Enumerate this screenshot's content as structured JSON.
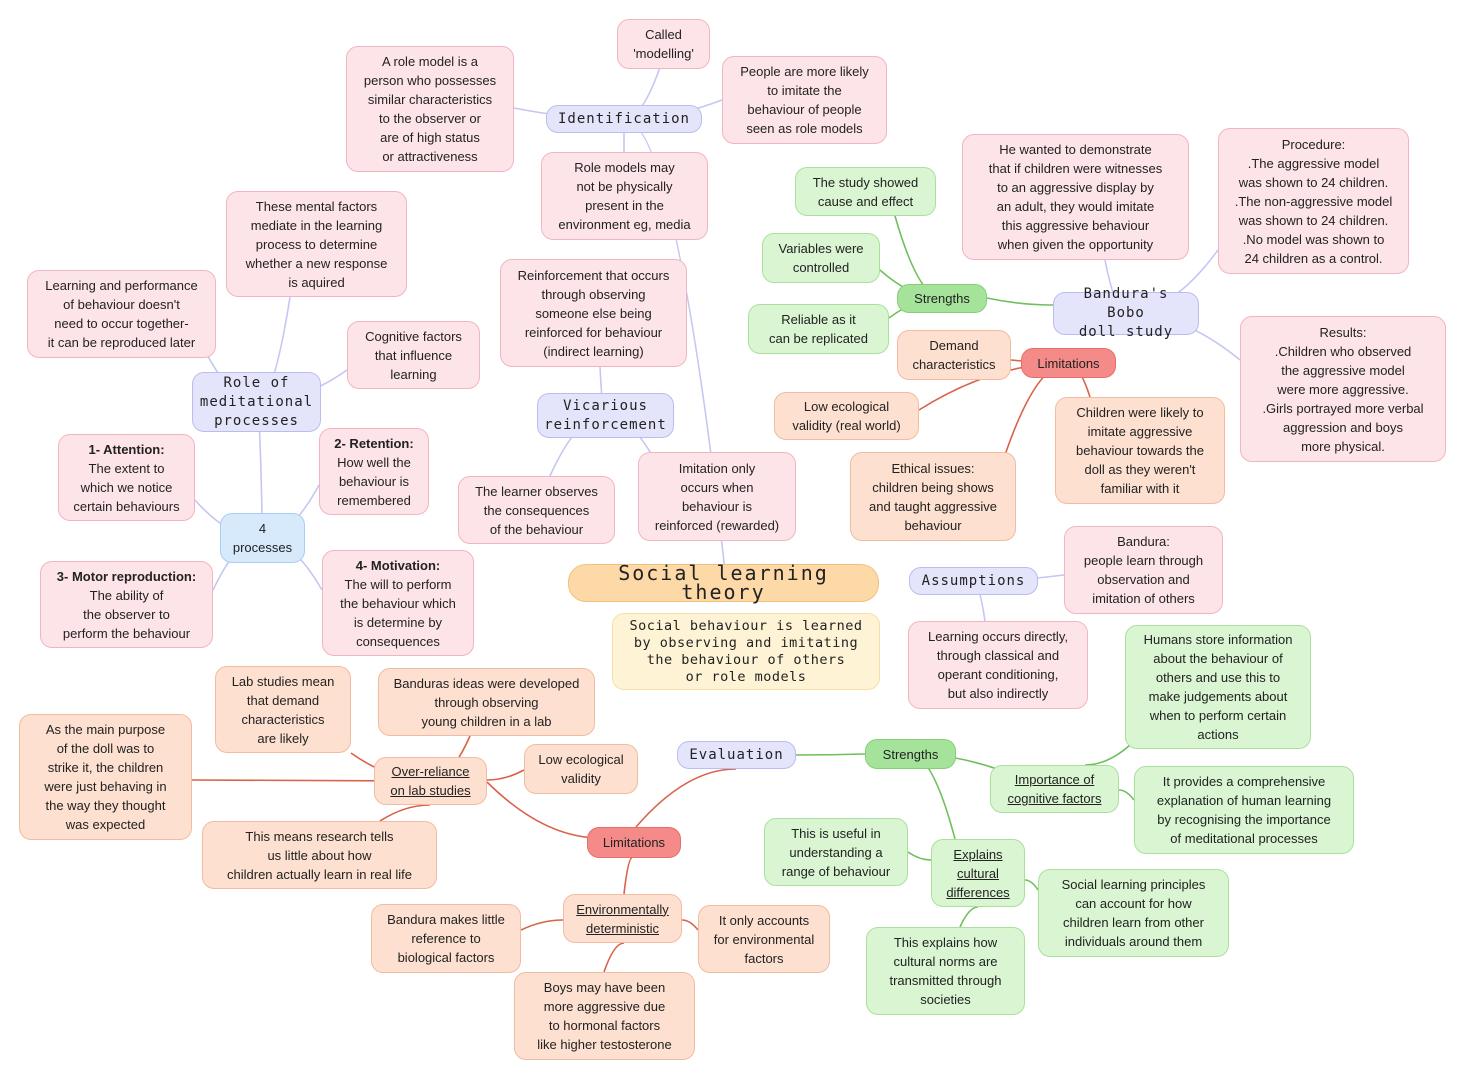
{
  "title": "Social learning theory",
  "definition": "Social behaviour is learned\nby observing and imitating\nthe behaviour of others\nor role models",
  "identification": {
    "label": "Identification",
    "modelling": "Called\n'modelling'",
    "role_model_def": "A role model is a\nperson who possesses\nsimilar characteristics\nto the observer or\nare of high status\nor attractiveness",
    "more_likely": "People are more likely\nto imitate the\nbehaviour of people\nseen as role models",
    "not_present": "Role models may\nnot be physically\npresent in the\nenvironment eg, media"
  },
  "role_meditational": {
    "label": "Role of\nmeditational\nprocesses",
    "mental_factors": "These mental factors\nmediate in the learning\nprocess to determine\nwhether a new response\nis aquired",
    "learning_performance": "Learning and performance\nof behaviour doesn't\nneed to occur together-\nit can be reproduced later",
    "cognitive_factors": "Cognitive factors\nthat influence\nlearning"
  },
  "four_processes": {
    "label": "4\nprocesses",
    "attention_title": "1- Attention:",
    "attention_text": "The extent to\nwhich we notice\ncertain behaviours",
    "retention_title": "2- Retention:",
    "retention_text": "How well the\nbehaviour is\nremembered",
    "motor_title": "3- Motor reproduction:",
    "motor_text": "The ability of\nthe observer to\nperform the behaviour",
    "motivation_title": "4- Motivation:",
    "motivation_text": "The will to perform\nthe behaviour which\nis determine by\nconsequences"
  },
  "vicarious": {
    "label": "Vicarious\nreinforcement",
    "reinforcement": "Reinforcement that occurs\nthrough observing\nsomeone else being\nreinforced for behaviour\n(indirect learning)",
    "learner_observes": "The learner observes\nthe consequences\nof the behaviour",
    "imitation_only": "Imitation only\noccurs when\nbehaviour is\nreinforced (rewarded)"
  },
  "bobo": {
    "label": "Bandura's Bobo\ndoll study",
    "aim": "He wanted to demonstrate\nthat if children were witnesses\nto an aggressive display by\nan adult, they would imitate\nthis aggressive behaviour\nwhen given the opportunity",
    "procedure": "Procedure:\n.The aggressive model\nwas shown to 24 children.\n.The non-aggressive model\nwas shown to 24 children.\n.No model was shown to\n24 children as a control.",
    "results": "Results:\n.Children who observed\nthe aggressive model\nwere more aggressive.\n.Girls portrayed more verbal\naggression and boys\nmore physical.",
    "strengths": "Strengths",
    "cause_effect": "The study showed\ncause and effect",
    "variables": "Variables were\ncontrolled",
    "replicated": "Reliable as it\ncan be replicated",
    "limitations": "Limitations",
    "demand": "Demand\ncharacteristics",
    "low_eco": "Low ecological\nvalidity (real world)",
    "ethical": "Ethical issues:\nchildren being shows\nand taught aggressive\nbehaviour",
    "unfamiliar": "Children were likely to\nimitate aggressive\nbehaviour towards the\ndoll as they weren't\nfamiliar with it"
  },
  "assumptions": {
    "label": "Assumptions",
    "bandura": "Bandura:\npeople learn through\nobservation and\nimitation of others",
    "directly": "Learning occurs directly,\nthrough classical and\noperant conditioning,\nbut also indirectly"
  },
  "evaluation": {
    "label": "Evaluation",
    "strengths": "Strengths",
    "importance": "Importance of\ncognitive factors",
    "humans_store": "Humans store information\nabout the behaviour of\nothers and use this to\nmake judgements about\nwhen to perform certain\nactions",
    "comprehensive": "It provides a comprehensive\nexplanation of human learning\nby recognising the importance\nof meditational processes",
    "cultural": "Explains\ncultural\ndifferences",
    "useful": "This is useful in\nunderstanding a\nrange of behaviour",
    "principles": "Social learning principles\ncan account for how\nchildren learn from other\nindividuals around them",
    "norms": "This explains how\ncultural norms are\ntransmitted through\nsocieties",
    "limitations": "Limitations",
    "over_reliance": "Over-reliance\non lab studies",
    "lab_demand": "Lab studies mean\nthat demand\ncharacteristics\nare likely",
    "banduras_ideas": "Banduras ideas were developed\nthrough observing\nyoung children in a lab",
    "main_purpose": "As the main purpose\nof the doll was to\nstrike it, the children\nwere just behaving in\nthe way they thought\nwas expected",
    "low_eco": "Low ecological\nvalidity",
    "research_tells": "This means research tells\nus little about how\nchildren actually learn in real life",
    "env_det": "Environmentally\ndeterministic",
    "bio_factors": "Bandura makes little\nreference to\nbiological factors",
    "env_factors": "It only accounts\nfor environmental\nfactors",
    "boys": "Boys may have been\nmore aggressive due\nto hormonal factors\nlike higher testosterone"
  },
  "colors": {
    "pink": "#fde4e8",
    "lavender": "#e4e5fb",
    "blue": "#d6eafc",
    "green": "#d9f5d2",
    "green_strong": "#a6e39a",
    "peach": "#fde0d0",
    "red": "#f48b88",
    "orange": "#fdd9a8",
    "cream": "#fff3d6",
    "link_lavender": "#c3c7f2",
    "link_green": "#6fbf5c",
    "link_red": "#d9624a"
  }
}
